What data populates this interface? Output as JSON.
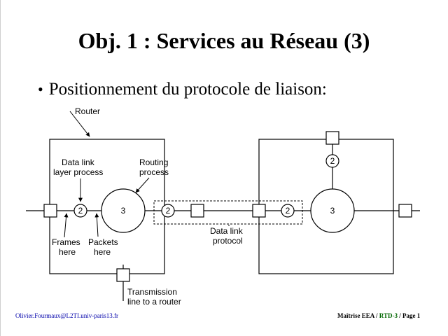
{
  "slide": {
    "title": "Obj. 1 : Services au Réseau (3)",
    "bullet": "Positionnement du protocole de liaison:"
  },
  "diagram": {
    "labels": {
      "router": "Router",
      "data_link_layer_process_1": "Data link",
      "data_link_layer_process_2": "layer process",
      "routing_process_1": "Routing",
      "routing_process_2": "process",
      "frames_1": "Frames",
      "frames_2": "here",
      "packets_1": "Packets",
      "packets_2": "here",
      "data_link_protocol_1": "Data link",
      "data_link_protocol_2": "protocol",
      "transmission_line_1": "Transmission",
      "transmission_line_2": "line to a router"
    },
    "layer_numbers": {
      "left_small": "2",
      "left_big": "3",
      "mid_left_small": "2",
      "mid_right_small": "2",
      "right_big": "3",
      "right_top_small": "2"
    }
  },
  "footer": {
    "email": "Olivier.Fourmaux@L2TI.univ-paris13.fr",
    "course": "Maîtrise EEA",
    "sep1": " / ",
    "rtd": "RTD-3",
    "sep2": " / ",
    "page": "Page 1"
  }
}
